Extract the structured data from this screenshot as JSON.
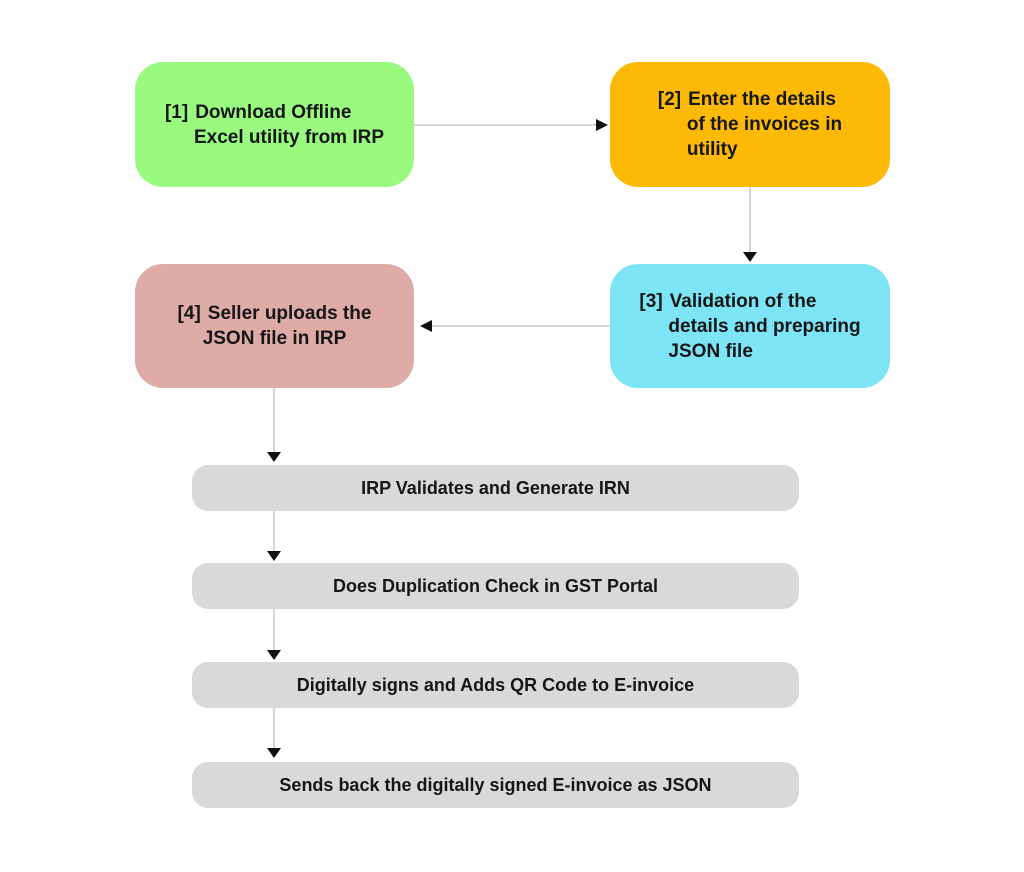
{
  "flow_boxes": [
    {
      "tag": "[1]",
      "lines": [
        "Download Offline",
        "Excel utility from IRP"
      ],
      "color": "#9afa80"
    },
    {
      "tag": "[2]",
      "lines": [
        "Enter the details",
        "of the invoices in",
        "utility"
      ],
      "color": "#fcb905"
    },
    {
      "tag": "[3]",
      "lines": [
        "Validation of the",
        "details and preparing",
        "JSON file"
      ],
      "color": "#7de4f6"
    },
    {
      "tag": "[4]",
      "lines": [
        "Seller uploads the",
        "JSON file in IRP"
      ],
      "color": "#dfaba7"
    }
  ],
  "process_bars": [
    {
      "label": "IRP Validates and Generate IRN"
    },
    {
      "label": "Does Duplication Check in GST Portal"
    },
    {
      "label": "Digitally signs and Adds QR Code to E-invoice"
    },
    {
      "label": "Sends back the digitally signed E-invoice as JSON"
    }
  ],
  "colors": {
    "box_step1": "#9afa80",
    "box_step2": "#fcb905",
    "box_step3": "#7de4f6",
    "box_step4": "#dfaba7",
    "bar_background": "#d9d9d9",
    "connector_line": "#d6d6d6",
    "arrowhead": "#111111",
    "text": "#161616"
  }
}
